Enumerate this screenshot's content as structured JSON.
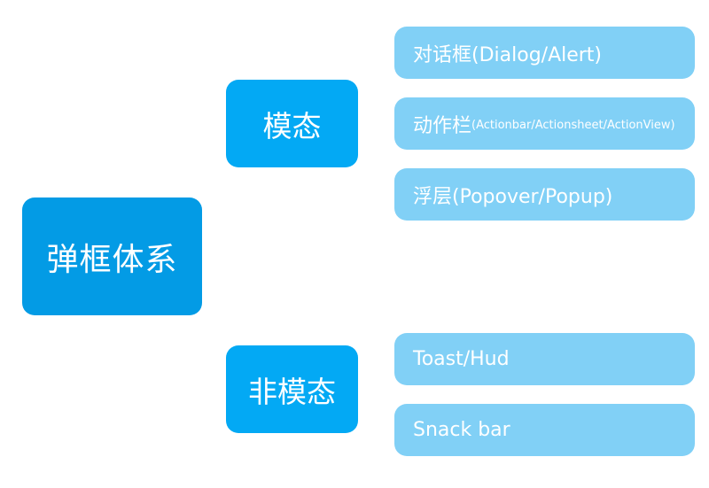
{
  "root": {
    "label": "弹框体系"
  },
  "modal": {
    "label": "模态",
    "items": [
      {
        "label": "对话框(Dialog/Alert)"
      },
      {
        "label": "动作栏",
        "detail": "(Actionbar/Actionsheet/ActionView)"
      },
      {
        "label": "浮层(Popover/Popup)"
      }
    ]
  },
  "non_modal": {
    "label": "非模态",
    "items": [
      {
        "label": "Toast/Hud"
      },
      {
        "label": "Snack bar"
      }
    ]
  },
  "colors": {
    "root": "#039be5",
    "category": "#03a9f4",
    "leaf": "#81d0f6",
    "text": "#ffffff"
  }
}
